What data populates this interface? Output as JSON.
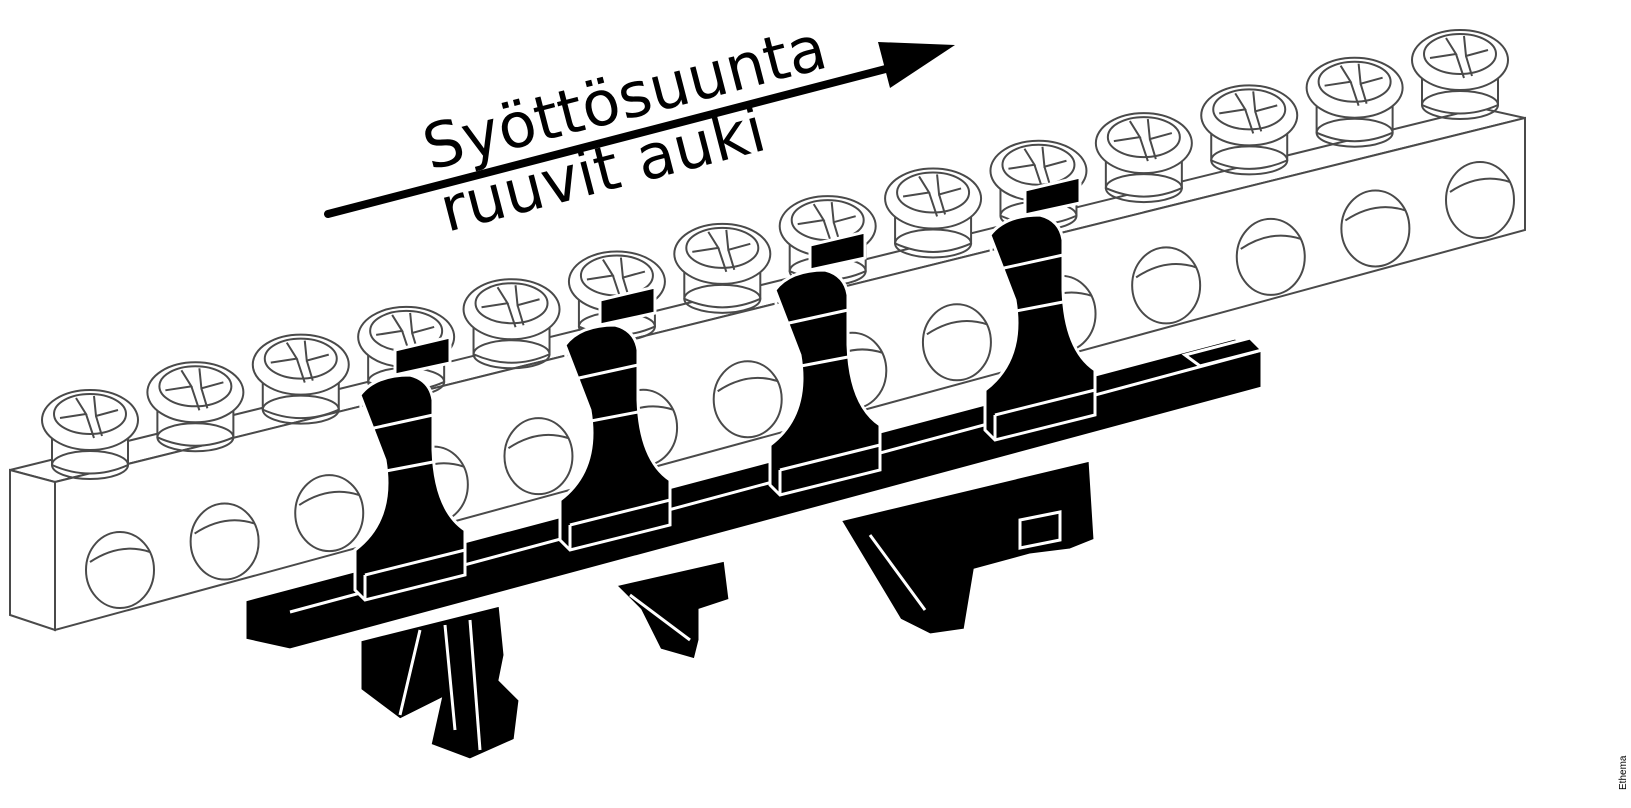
{
  "labels": {
    "direction_line1": "Syöttösuunta",
    "direction_line2": "ruuvit auki"
  },
  "brand": "Ethema",
  "colors": {
    "ink": "#000000",
    "paper": "#ffffff",
    "outline": "#4a4a4a"
  },
  "icons": {
    "arrow": "feed-direction-arrow-icon"
  }
}
